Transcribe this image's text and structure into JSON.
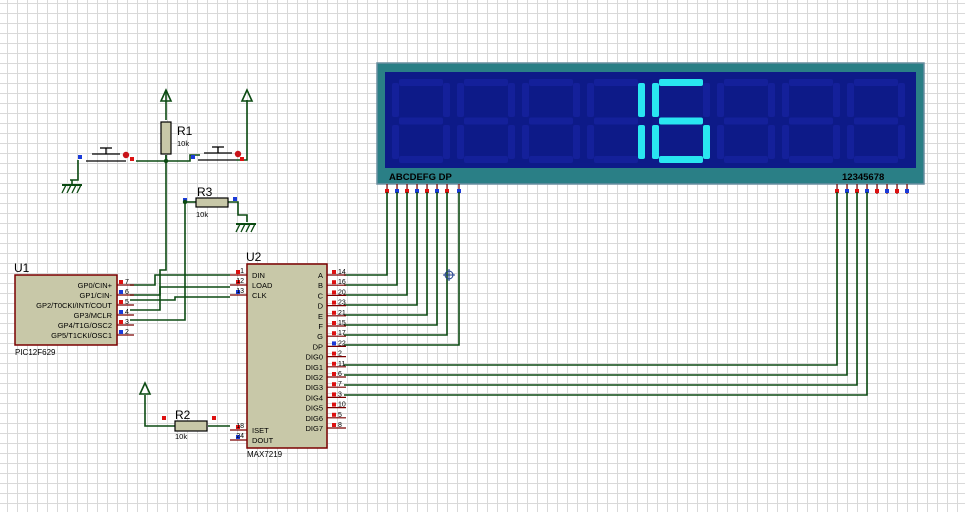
{
  "display": {
    "digits": [
      "",
      "",
      "",
      "1",
      "6",
      "",
      "",
      ""
    ],
    "segment_pins_label": "ABCDEFG DP",
    "digit_pins_label": "12345678",
    "on_color": "#29e6f0",
    "off_color": "#14209a",
    "face_color": "#0d1a88",
    "bezel_color": "#2a7f86"
  },
  "u1": {
    "ref": "U1",
    "part": "PIC12F629",
    "pins": [
      {
        "name": "GP0/CIN+",
        "num": "7"
      },
      {
        "name": "GP1/CIN-",
        "num": "6"
      },
      {
        "name": "GP2/T0CKI/INT/COUT",
        "num": "5"
      },
      {
        "name": "GP3/MCLR",
        "num": "4"
      },
      {
        "name": "GP4/T1G/OSC2",
        "num": "3"
      },
      {
        "name": "GP5/T1CKI/OSC1",
        "num": "2"
      }
    ]
  },
  "u2": {
    "ref": "U2",
    "part": "MAX7219",
    "left_pins": [
      {
        "name": "DIN",
        "num": "1"
      },
      {
        "name": "LOAD",
        "num": "12"
      },
      {
        "name": "CLK",
        "num": "13"
      },
      {
        "name": "ISET",
        "num": "18"
      },
      {
        "name": "DOUT",
        "num": "24"
      }
    ],
    "right_pins": [
      {
        "name": "A",
        "num": "14"
      },
      {
        "name": "B",
        "num": "16"
      },
      {
        "name": "C",
        "num": "20"
      },
      {
        "name": "D",
        "num": "23"
      },
      {
        "name": "E",
        "num": "21"
      },
      {
        "name": "F",
        "num": "15"
      },
      {
        "name": "G",
        "num": "17"
      },
      {
        "name": "DP",
        "num": "22"
      },
      {
        "name": "DIG0",
        "num": "2"
      },
      {
        "name": "DIG1",
        "num": "11"
      },
      {
        "name": "DIG2",
        "num": "6"
      },
      {
        "name": "DIG3",
        "num": "7"
      },
      {
        "name": "DIG4",
        "num": "3"
      },
      {
        "name": "DIG5",
        "num": "10"
      },
      {
        "name": "DIG6",
        "num": "5"
      },
      {
        "name": "DIG7",
        "num": "8"
      }
    ]
  },
  "resistors": {
    "r1": {
      "ref": "R1",
      "value": "10k"
    },
    "r2": {
      "ref": "R2",
      "value": "10k"
    },
    "r3": {
      "ref": "R3",
      "value": "10k"
    }
  }
}
